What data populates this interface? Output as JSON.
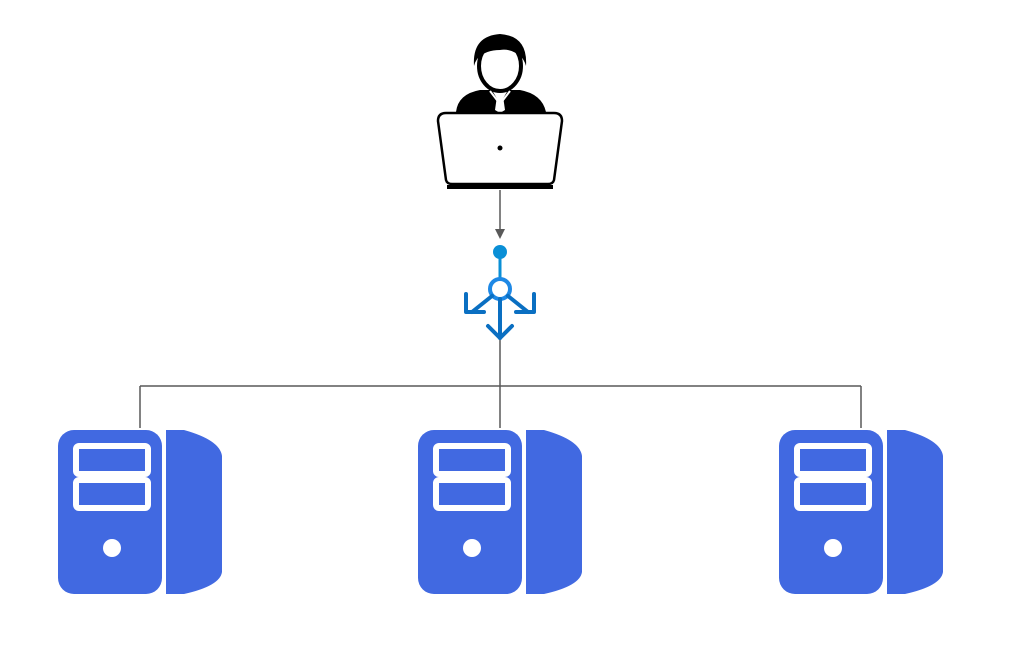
{
  "diagram": {
    "nodes": [
      {
        "id": "user",
        "icon": "user-at-laptop-icon"
      },
      {
        "id": "load-balancer",
        "icon": "load-balancer-icon"
      },
      {
        "id": "server-1",
        "icon": "server-icon"
      },
      {
        "id": "server-2",
        "icon": "server-icon"
      },
      {
        "id": "server-3",
        "icon": "server-icon"
      }
    ],
    "edges": [
      {
        "from": "user",
        "to": "load-balancer",
        "arrow": true
      },
      {
        "from": "load-balancer",
        "to": "server-1",
        "arrow": false
      },
      {
        "from": "load-balancer",
        "to": "server-2",
        "arrow": false
      },
      {
        "from": "load-balancer",
        "to": "server-3",
        "arrow": false
      }
    ]
  },
  "colors": {
    "server_fill": "#4169E1",
    "load_balancer": "#0A7CC4",
    "user_icon": "#000000",
    "connector": "#595959",
    "background": "#FFFFFF"
  }
}
